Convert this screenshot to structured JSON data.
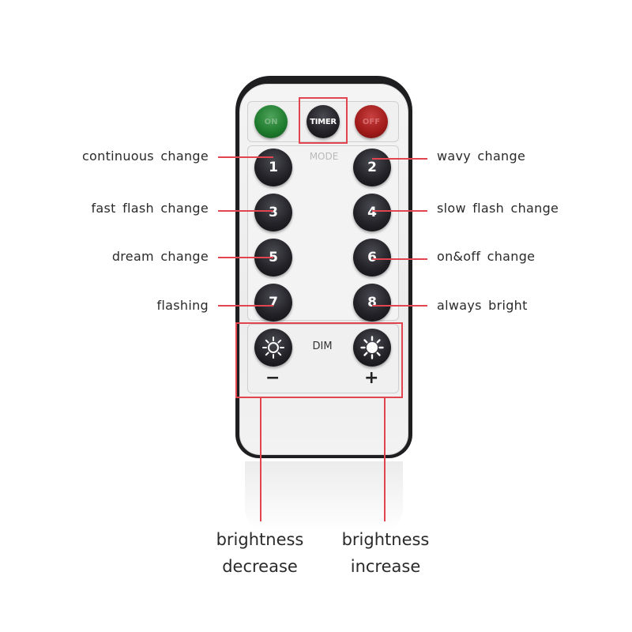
{
  "remote": {
    "buttons_top": {
      "on": "ON",
      "timer": "TIMER",
      "off": "OFF"
    },
    "mode_label": "MODE",
    "mode_buttons": [
      "1",
      "2",
      "3",
      "4",
      "5",
      "6",
      "7",
      "8"
    ],
    "dim_label": "DIM",
    "minus_sign": "−",
    "plus_sign": "+"
  },
  "callouts": {
    "button_1": "continuous change",
    "button_2": "wavy change",
    "button_3": "fast flash change",
    "button_4": "slow flash change",
    "button_5": "dream change",
    "button_6": "on&off change",
    "button_7": "flashing",
    "button_8": "always bright",
    "dim_minus": [
      "brightness",
      "decrease"
    ],
    "dim_plus": [
      "brightness",
      "increase"
    ]
  },
  "colors": {
    "accent": "#e2454f",
    "button_dark": "#1e1e22",
    "on_green": "#1d7a2d",
    "off_red": "#a01a1a"
  },
  "icons": {
    "dim_minus": "sun-outline-icon",
    "dim_plus": "sun-filled-icon"
  }
}
